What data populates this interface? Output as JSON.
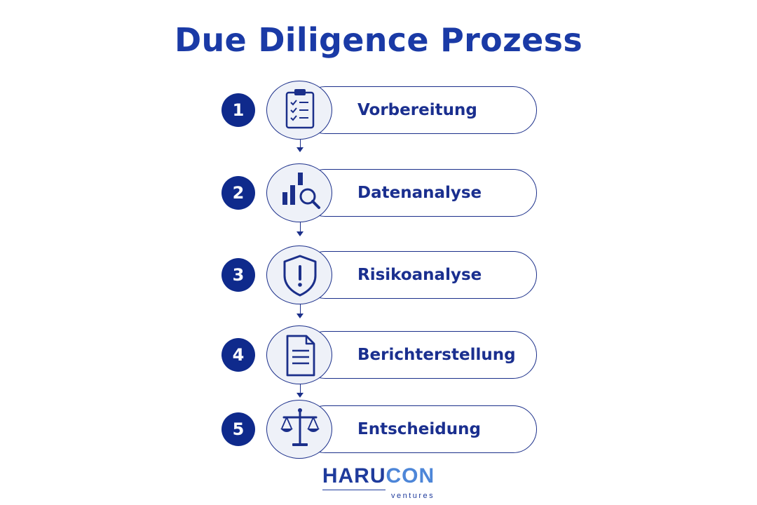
{
  "title": "Due Diligence Prozess",
  "steps": [
    {
      "number": "1",
      "label": "Vorbereitung",
      "icon": "clipboard-checklist-icon"
    },
    {
      "number": "2",
      "label": "Datenanalyse",
      "icon": "bar-chart-magnifier-icon"
    },
    {
      "number": "3",
      "label": "Risikoanalyse",
      "icon": "shield-exclamation-icon"
    },
    {
      "number": "4",
      "label": "Berichterstellung",
      "icon": "document-icon"
    },
    {
      "number": "5",
      "label": "Entscheidung",
      "icon": "balance-scale-icon"
    }
  ],
  "logo": {
    "part1": "HARU",
    "part2": "CON",
    "tagline": "ventures"
  },
  "colors": {
    "title": "#1a3aa6",
    "badge": "#0f2a8c",
    "stroke": "#1b2f8a",
    "icon_bg": "#eef1f8",
    "logo_dark": "#1f3b9c",
    "logo_light": "#4d86d8"
  }
}
